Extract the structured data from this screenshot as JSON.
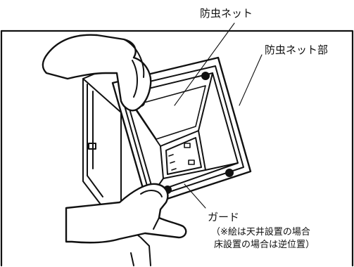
{
  "labels": {
    "insect_net": "防虫ネット",
    "insect_net_part": "防虫ネット部",
    "guard": "ガード",
    "note_line1": "（※絵は天井設置の場合",
    "note_line2": "床設置の場合は逆位置）"
  }
}
